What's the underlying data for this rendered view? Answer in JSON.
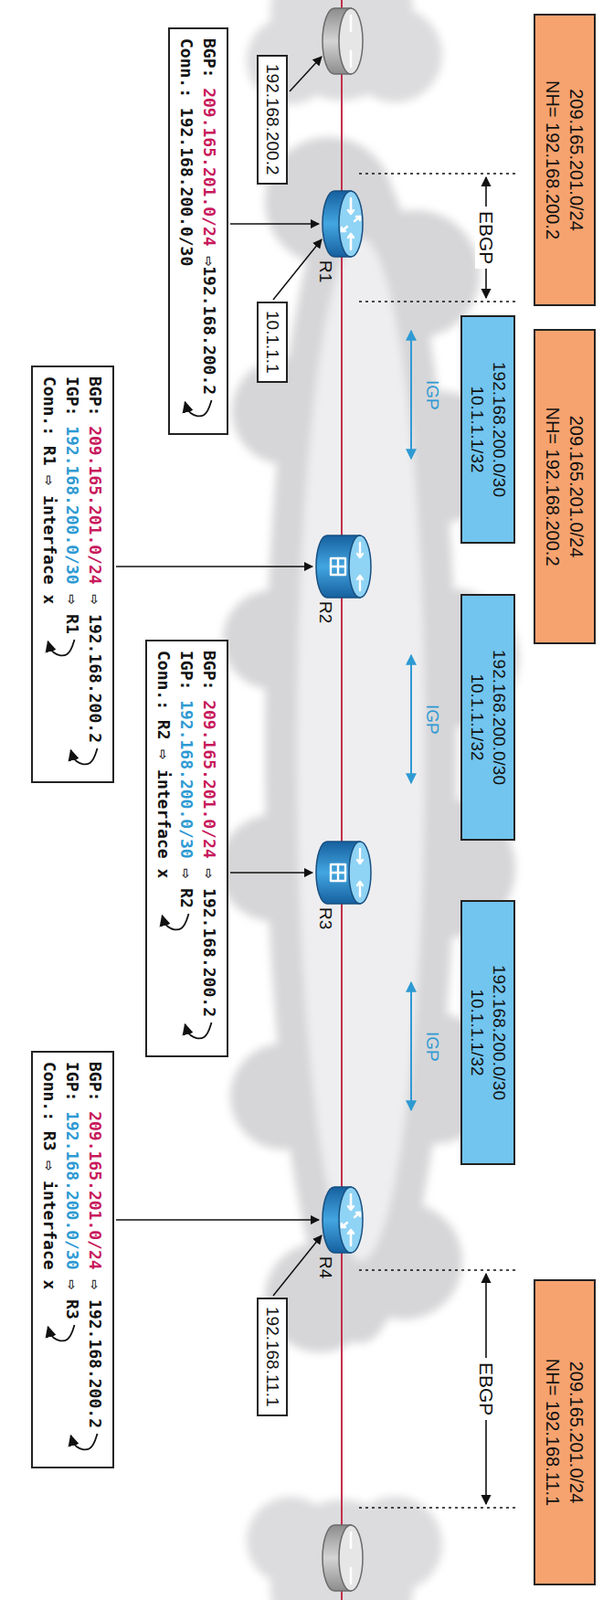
{
  "diagram": {
    "nodes": [
      {
        "text": [
          "209.165.201.0/24",
          "NH= 192.168.200.2"
        ]
      },
      {
        "text": [
          "209.165.201.0/24",
          "NH= 192.168.200.2"
        ]
      },
      {
        "text": [
          "209.165.201.0/24",
          "NH= 192.168.11.1"
        ]
      },
      {
        "text": [
          "192.168.200.0/30",
          "10.1.1.1/32"
        ]
      },
      {
        "text": [
          "192.168.200.0/30",
          "10.1.1.1/32"
        ]
      },
      {
        "text": [
          "192.168.200.0/30",
          "10.1.1.1/32"
        ]
      },
      {
        "text": [
          "192.168.200.2"
        ]
      },
      {
        "text": [
          "10.1.1.1"
        ]
      },
      {
        "text": [
          "192.168.11.1"
        ]
      },
      {
        "text": [
          "BGP: 209.165.201.0/24 ⇨192.168.200.2",
          "Conn.: 192.168.200.0/30"
        ]
      },
      {
        "text": [
          "BGP: 209.165.201.0/24 ⇨ 192.168.200.2",
          "IGP: 192.168.200.0/30 ⇨ R1",
          "Conn.: R1 ⇨ interface x"
        ]
      },
      {
        "text": [
          "BGP: 209.165.201.0/24 ⇨ 192.168.200.2",
          "IGP: 192.168.200.0/30 ⇨ R2",
          "Conn.: R2 ⇨ interface x"
        ]
      },
      {
        "text": [
          "BGP: 209.165.201.0/24 ⇨ 192.168.200.2",
          "IGP: 192.168.200.0/30 ⇨ R3",
          "Conn.: R3 ⇨ interface x"
        ]
      }
    ],
    "labels": [
      "EBGP",
      "IGP",
      "IGP",
      "IGP",
      "EBGP",
      "R1",
      "R2",
      "R3",
      "R4"
    ]
  }
}
